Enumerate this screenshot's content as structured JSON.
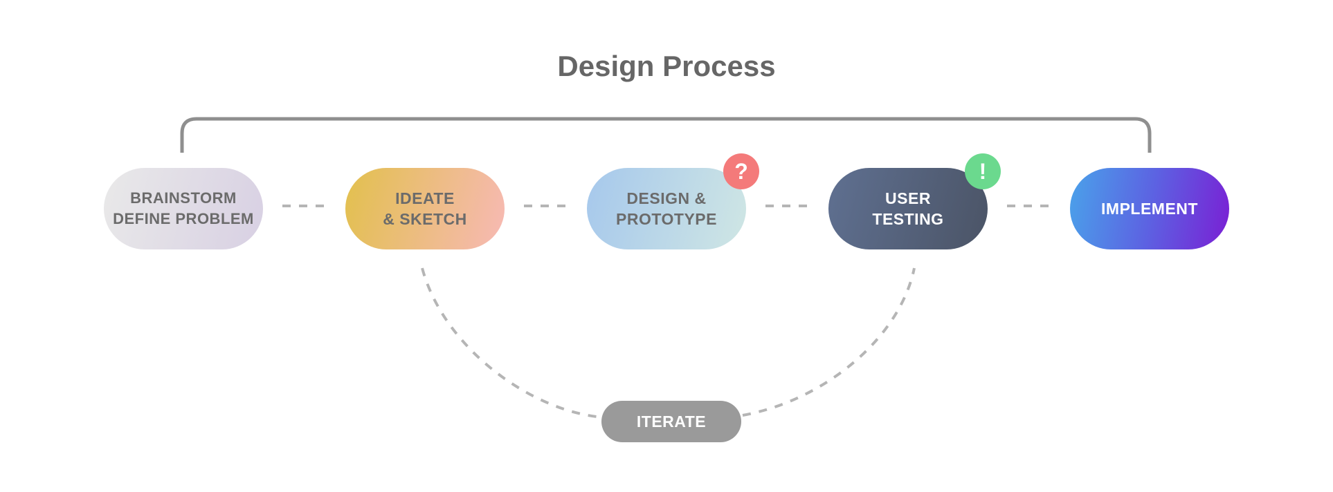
{
  "title": "Design Process",
  "stages": [
    {
      "label": "BRAINSTORM\nDEFINE PROBLEM"
    },
    {
      "label": "IDEATE\n& SKETCH"
    },
    {
      "label": "DESIGN &\nPROTOTYPE"
    },
    {
      "label": "USER\nTESTING"
    },
    {
      "label": "IMPLEMENT"
    }
  ],
  "badges": {
    "question": "?",
    "exclamation": "!"
  },
  "iterate": "ITERATE",
  "colors": {
    "title": "#666666",
    "connector": "#b5b5b5",
    "bracket": "#8f8f8f",
    "question_badge": "#f47a7a",
    "exclamation_badge": "#6bd98e",
    "iterate": "#9a9a9a"
  }
}
